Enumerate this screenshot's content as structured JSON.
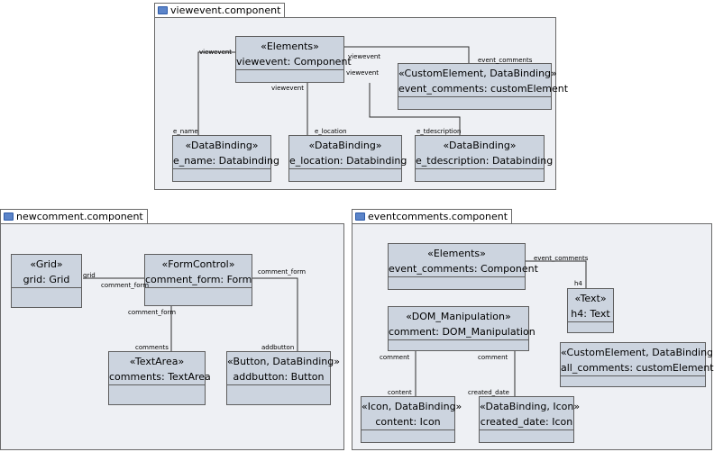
{
  "packages": {
    "viewevent": {
      "title": "viewevent.component",
      "classes": {
        "elements": {
          "stereotype": "«Elements»",
          "name": "viewevent: Component"
        },
        "event_comments": {
          "stereotype": "«CustomElement, DataBinding»",
          "name": "event_comments: customElement"
        },
        "e_name": {
          "stereotype": "«DataBinding»",
          "name": "e_name: Databinding"
        },
        "e_location": {
          "stereotype": "«DataBinding»",
          "name": "e_location: Databinding"
        },
        "e_tdescription": {
          "stereotype": "«DataBinding»",
          "name": "e_tdescription: Databinding"
        }
      },
      "labels": {
        "viewevent_1": "viewevent",
        "viewevent_2": "viewevent",
        "viewevent_3": "viewevent",
        "viewevent_4": "viewevent",
        "event_comments": "event_comments",
        "e_name": "e_name",
        "e_location": "e_location",
        "e_tdescription": "e_tdescription"
      }
    },
    "newcomment": {
      "title": "newcomment.component",
      "classes": {
        "grid": {
          "stereotype": "«Grid»",
          "name": "grid: Grid"
        },
        "form": {
          "stereotype": "«FormControl»",
          "name": "comment_form: Form"
        },
        "textarea": {
          "stereotype": "«TextArea»",
          "name": "comments: TextArea"
        },
        "button": {
          "stereotype": "«Button, DataBinding»",
          "name": "addbutton: Button"
        }
      },
      "labels": {
        "grid": "grid",
        "comment_form_1": "comment_form",
        "comment_form_2": "comment_form",
        "comment_form_3": "comment_form",
        "comments": "comments",
        "addbutton": "addbutton"
      }
    },
    "eventcomments": {
      "title": "eventcomments.component",
      "classes": {
        "elements": {
          "stereotype": "«Elements»",
          "name": "event_comments: Component"
        },
        "text": {
          "stereotype": "«Text»",
          "name": "h4: Text"
        },
        "dom": {
          "stereotype": "«DOM_Manipulation»",
          "name": "comment: DOM_Manipulation"
        },
        "all_comments": {
          "stereotype": "«CustomElement, DataBinding»",
          "name": "all_comments: customElement"
        },
        "content": {
          "stereotype": "«Icon, DataBinding»",
          "name": "content: Icon"
        },
        "created_date": {
          "stereotype": "«DataBinding, Icon»",
          "name": "created_date: Icon"
        }
      },
      "labels": {
        "event_comments": "event_comments",
        "h4": "h4",
        "comment_1": "comment",
        "comment_2": "comment",
        "content": "content",
        "created_date": "created_date"
      }
    }
  }
}
